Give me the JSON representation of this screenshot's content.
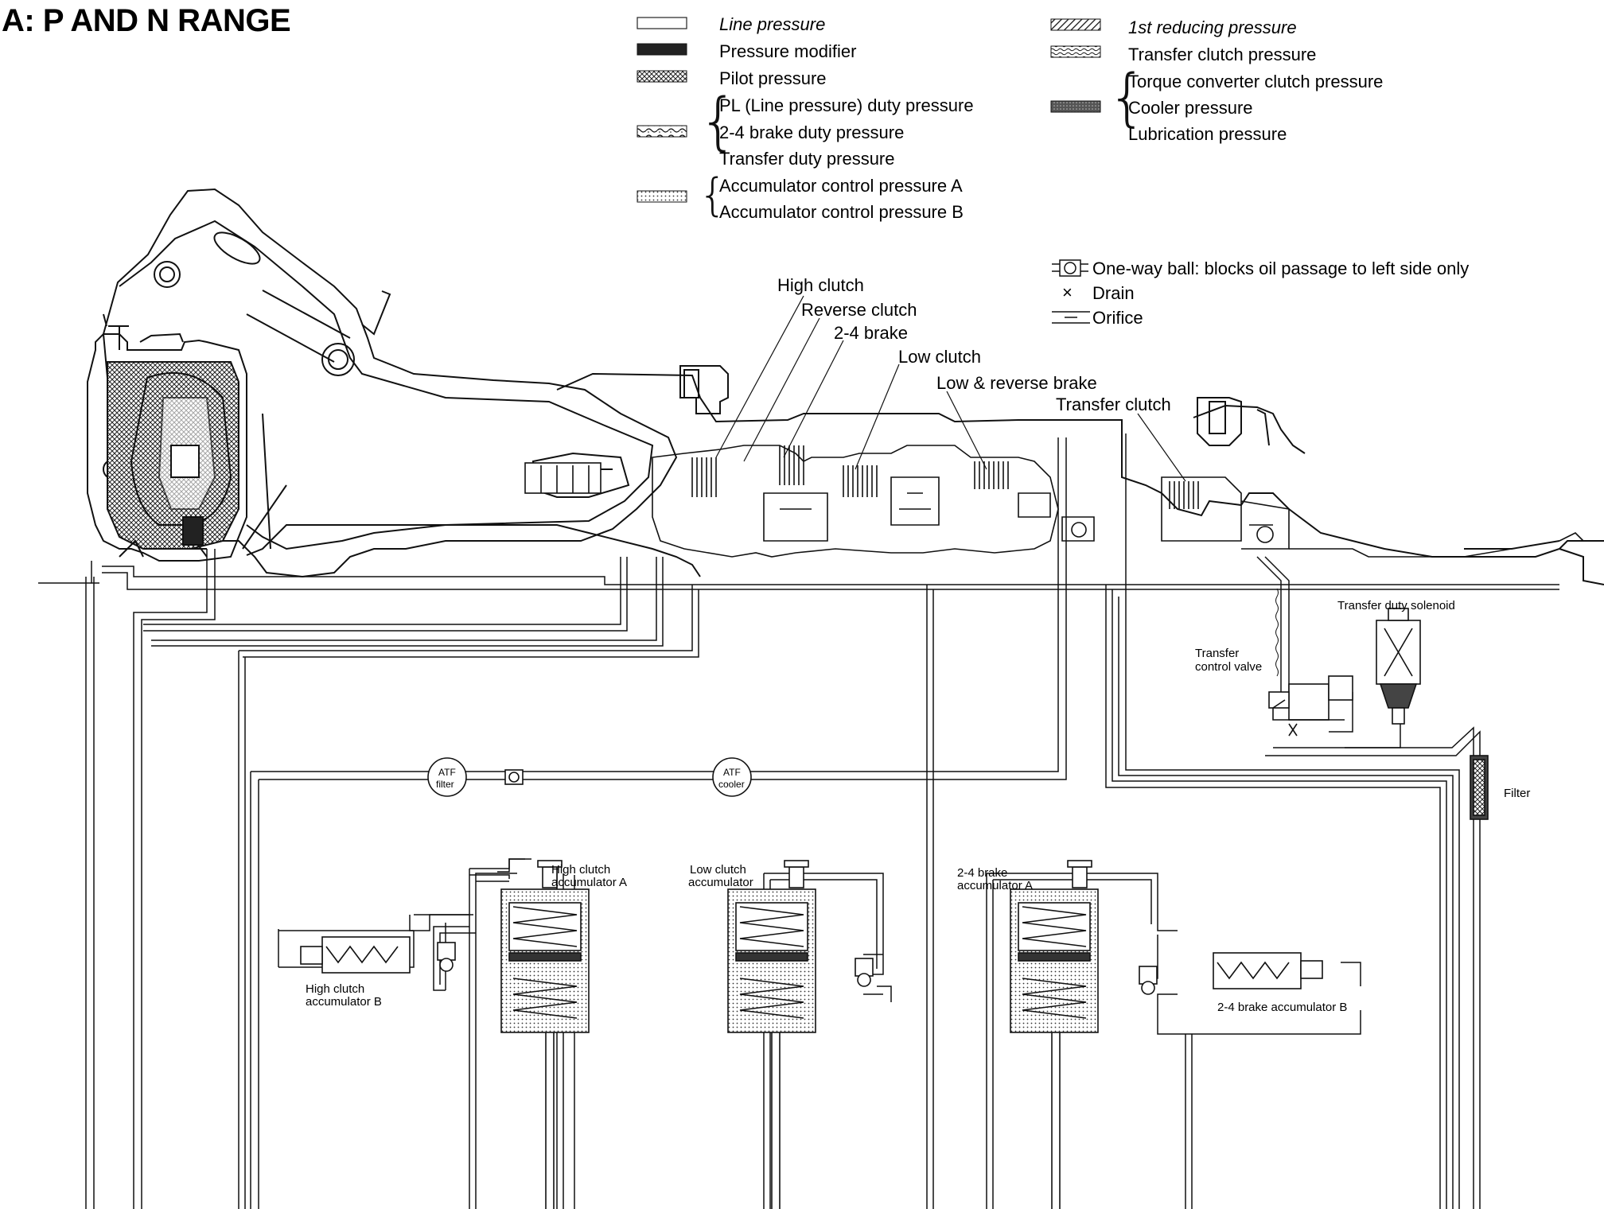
{
  "title": "A: P AND N RANGE",
  "legend": {
    "left": [
      {
        "label": "Line pressure"
      },
      {
        "label": "Pressure modifier"
      },
      {
        "label": "Pilot pressure"
      },
      {
        "label": "PL (Line pressure) duty pressure"
      },
      {
        "label": "2-4 brake duty pressure"
      },
      {
        "label": "Transfer duty pressure"
      },
      {
        "label": "Accumulator control pressure A"
      },
      {
        "label": "Accumulator control pressure B"
      }
    ],
    "right": [
      {
        "label": "1st reducing pressure"
      },
      {
        "label": "Transfer clutch pressure"
      },
      {
        "label": "Torque converter clutch pressure"
      },
      {
        "label": "Cooler pressure"
      },
      {
        "label": "Lubrication pressure"
      }
    ]
  },
  "symbols": {
    "one_way_ball": "One-way ball: blocks oil passage to left side only",
    "drain_mark": "×",
    "drain": "Drain",
    "orifice": "Orifice"
  },
  "callouts": {
    "high_clutch": "High clutch",
    "reverse_clutch": "Reverse clutch",
    "brake_2_4": "2-4 brake",
    "low_clutch": "Low clutch",
    "low_reverse_brake": "Low & reverse brake",
    "transfer_clutch": "Transfer clutch"
  },
  "components": {
    "transfer_duty_solenoid": "Transfer duty solenoid",
    "transfer_control_valve_1": "Transfer",
    "transfer_control_valve_2": "control valve",
    "filter": "Filter",
    "atf_filter_1": "ATF",
    "atf_filter_2": "filter",
    "atf_cooler_1": "ATF",
    "atf_cooler_2": "cooler",
    "high_clutch_acc_a_1": "High clutch",
    "high_clutch_acc_a_2": "accumulator A",
    "high_clutch_acc_b_1": "High clutch",
    "high_clutch_acc_b_2": "accumulator B",
    "low_clutch_acc_1": "Low clutch",
    "low_clutch_acc_2": "accumulator",
    "brake_acc_a_1": "2-4 brake",
    "brake_acc_a_2": "accumulator A",
    "brake_acc_b": "2-4 brake accumulator B"
  }
}
